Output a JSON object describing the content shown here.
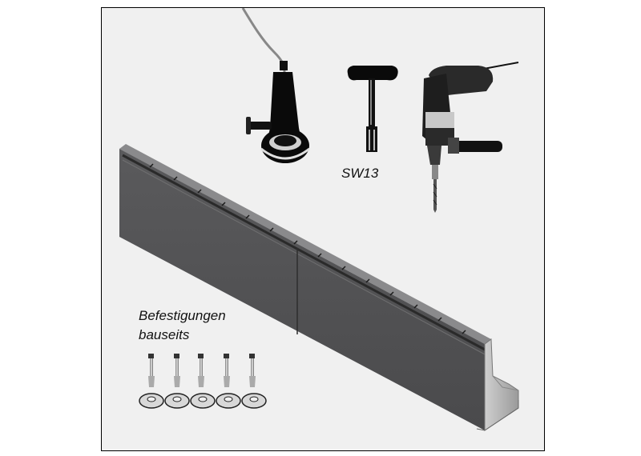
{
  "labels": {
    "wrench": "SW13",
    "fasteners_line1": "Befestigungen",
    "fasteners_line2": "bauseits"
  },
  "tools": [
    {
      "icon": "angle-grinder-icon"
    },
    {
      "icon": "t-handle-socket-wrench-icon"
    },
    {
      "icon": "hammer-drill-icon"
    }
  ],
  "fasteners": {
    "anchor_count": 5,
    "washer_count": 5,
    "icon": "anchor-bolt-icon"
  }
}
